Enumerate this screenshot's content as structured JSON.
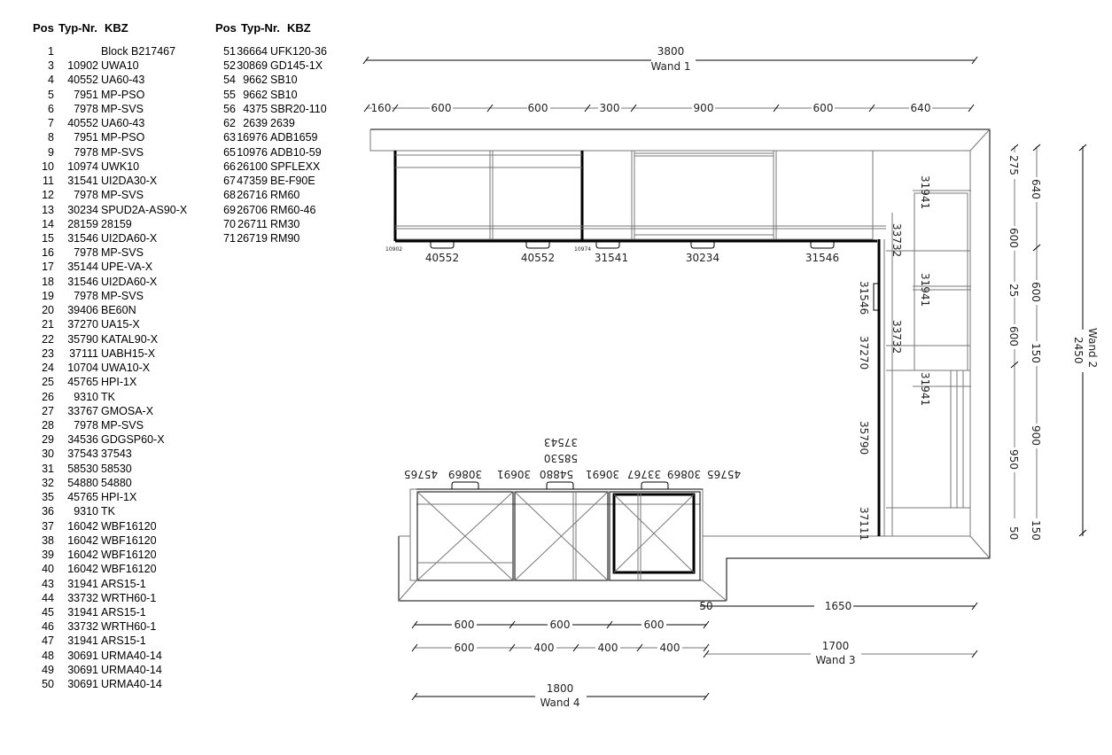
{
  "parts_list": {
    "headers": {
      "pos": "Pos",
      "typ": "Typ-Nr.",
      "kbz": "KBZ"
    },
    "column1": [
      [
        "1",
        "",
        "Block B217467"
      ],
      [
        "3",
        "10902",
        "UWA10"
      ],
      [
        "4",
        "40552",
        "UA60-43"
      ],
      [
        "5",
        "7951",
        "MP-PSO"
      ],
      [
        "6",
        "7978",
        "MP-SVS"
      ],
      [
        "7",
        "40552",
        "UA60-43"
      ],
      [
        "8",
        "7951",
        "MP-PSO"
      ],
      [
        "9",
        "7978",
        "MP-SVS"
      ],
      [
        "10",
        "10974",
        "UWK10"
      ],
      [
        "11",
        "31541",
        "UI2DA30-X"
      ],
      [
        "12",
        "7978",
        "MP-SVS"
      ],
      [
        "13",
        "30234",
        "SPUD2A-AS90-X"
      ],
      [
        "14",
        "28159",
        "28159"
      ],
      [
        "15",
        "31546",
        "UI2DA60-X"
      ],
      [
        "16",
        "7978",
        "MP-SVS"
      ],
      [
        "17",
        "35144",
        "UPE-VA-X"
      ],
      [
        "18",
        "31546",
        "UI2DA60-X"
      ],
      [
        "19",
        "7978",
        "MP-SVS"
      ],
      [
        "20",
        "39406",
        "BE60N"
      ],
      [
        "21",
        "37270",
        "UA15-X"
      ],
      [
        "22",
        "35790",
        "KATAL90-X"
      ],
      [
        "23",
        "37111",
        "UABH15-X"
      ],
      [
        "24",
        "10704",
        "UWA10-X"
      ],
      [
        "25",
        "45765",
        "HPI-1X"
      ],
      [
        "26",
        "9310",
        "TK"
      ],
      [
        "27",
        "33767",
        "GMOSA-X"
      ],
      [
        "28",
        "7978",
        "MP-SVS"
      ],
      [
        "29",
        "34536",
        "GDGSP60-X"
      ],
      [
        "30",
        "37543",
        "37543"
      ],
      [
        "31",
        "58530",
        "58530"
      ],
      [
        "32",
        "54880",
        "54880"
      ],
      [
        "35",
        "45765",
        "HPI-1X"
      ],
      [
        "36",
        "9310",
        "TK"
      ],
      [
        "37",
        "16042",
        "WBF16120"
      ],
      [
        "38",
        "16042",
        "WBF16120"
      ],
      [
        "39",
        "16042",
        "WBF16120"
      ],
      [
        "40",
        "16042",
        "WBF16120"
      ],
      [
        "43",
        "31941",
        "ARS15-1"
      ],
      [
        "44",
        "33732",
        "WRTH60-1"
      ],
      [
        "45",
        "31941",
        "ARS15-1"
      ],
      [
        "46",
        "33732",
        "WRTH60-1"
      ],
      [
        "47",
        "31941",
        "ARS15-1"
      ],
      [
        "48",
        "30691",
        "URMA40-14"
      ],
      [
        "49",
        "30691",
        "URMA40-14"
      ],
      [
        "50",
        "30691",
        "URMA40-14"
      ]
    ],
    "column2": [
      [
        "51",
        "36664",
        "UFK120-36"
      ],
      [
        "52",
        "30869",
        "GD145-1X"
      ],
      [
        "54",
        "9662",
        "SB10"
      ],
      [
        "55",
        "9662",
        "SB10"
      ],
      [
        "56",
        "4375",
        "SBR20-110"
      ],
      [
        "62",
        "2639",
        "2639"
      ],
      [
        "63",
        "16976",
        "ADB1659"
      ],
      [
        "65",
        "10976",
        "ADB10-59"
      ],
      [
        "66",
        "26100",
        "SPFLEXX"
      ],
      [
        "67",
        "47359",
        "BE-F90E"
      ],
      [
        "68",
        "26716",
        "RM60"
      ],
      [
        "69",
        "26706",
        "RM60-46"
      ],
      [
        "70",
        "26711",
        "RM30"
      ],
      [
        "71",
        "26719",
        "RM90"
      ]
    ]
  },
  "drawing": {
    "wand1": {
      "total": "3800",
      "name": "Wand 1",
      "segments": [
        "160",
        "600",
        "600",
        "300",
        "900",
        "600",
        "640"
      ]
    },
    "wand2": {
      "total": "2450",
      "name": "Wand 2",
      "segments_a": [
        "275",
        "600",
        "25",
        "600",
        "950",
        "50"
      ],
      "segments_b": [
        "640",
        "600",
        "150",
        "900",
        "150"
      ]
    },
    "wand3": {
      "total": "1700",
      "name": "Wand 3",
      "segments": [
        "50",
        "1650"
      ]
    },
    "wand4": {
      "total": "1800",
      "name": "Wand 4",
      "segments_a": [
        "600",
        "600",
        "600"
      ],
      "segments_b": [
        "600",
        "400",
        "400",
        "400"
      ]
    },
    "wall1_labels": [
      "40552",
      "40552",
      "31541",
      "30234",
      "31546"
    ],
    "wall1_small": [
      "10902",
      "10974"
    ],
    "wall2_labels": [
      "31941",
      "31941",
      "31941",
      "33732",
      "33732",
      "31546",
      "37270",
      "35790",
      "37111"
    ],
    "island_labels": [
      "45765",
      "30869",
      "54880",
      "30691",
      "30691",
      "45765",
      "30869",
      "33767",
      "58530",
      "37543"
    ]
  }
}
